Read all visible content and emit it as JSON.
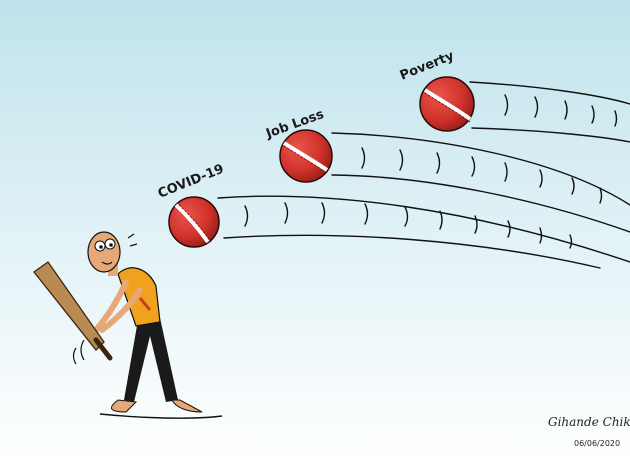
{
  "cartoon": {
    "balls": [
      {
        "label": "COVID-19"
      },
      {
        "label": "Job Loss"
      },
      {
        "label": "Poverty"
      }
    ],
    "signature": "Gihande Chikera",
    "date": "06/06/2020"
  },
  "colors": {
    "sky_top": "#bfe3ec",
    "sky_bottom": "#ffffff",
    "ball": "#d0322a",
    "ball_dark": "#9c1f19",
    "seam": "#ffffff",
    "shirt": "#f0a21e",
    "skin": "#e6a877",
    "bat": "#b98a52",
    "trousers": "#1a1a1a"
  }
}
